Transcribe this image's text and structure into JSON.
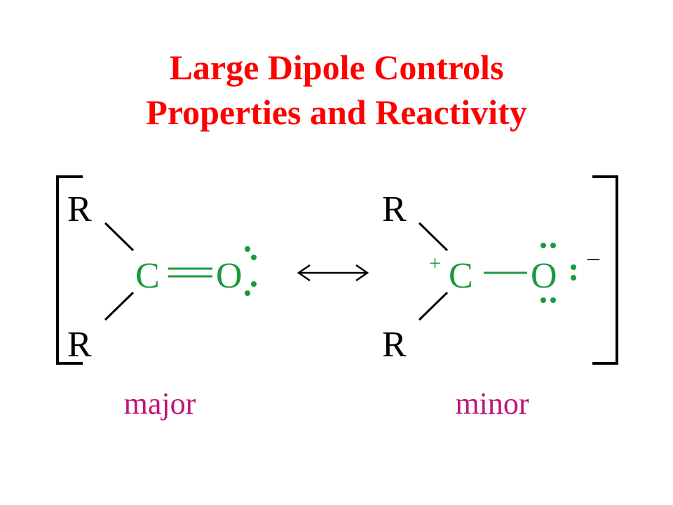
{
  "title": {
    "line1": "Large Dipole Controls",
    "line2": "Properties and Reactivity"
  },
  "colors": {
    "title": "#ff0000",
    "atoms_green": "#1a9a3c",
    "labels_magenta": "#c0157a",
    "black": "#000000"
  },
  "structures": {
    "major": {
      "r_top": "R",
      "r_bottom": "R",
      "carbon": "C",
      "oxygen": "O",
      "label": "major"
    },
    "minor": {
      "r_top": "R",
      "r_bottom": "R",
      "carbon": "C",
      "oxygen": "O",
      "plus_charge": "+",
      "minus_charge": "–",
      "label": "minor"
    }
  },
  "resonance_arrow_icon": "double-headed-arrow"
}
